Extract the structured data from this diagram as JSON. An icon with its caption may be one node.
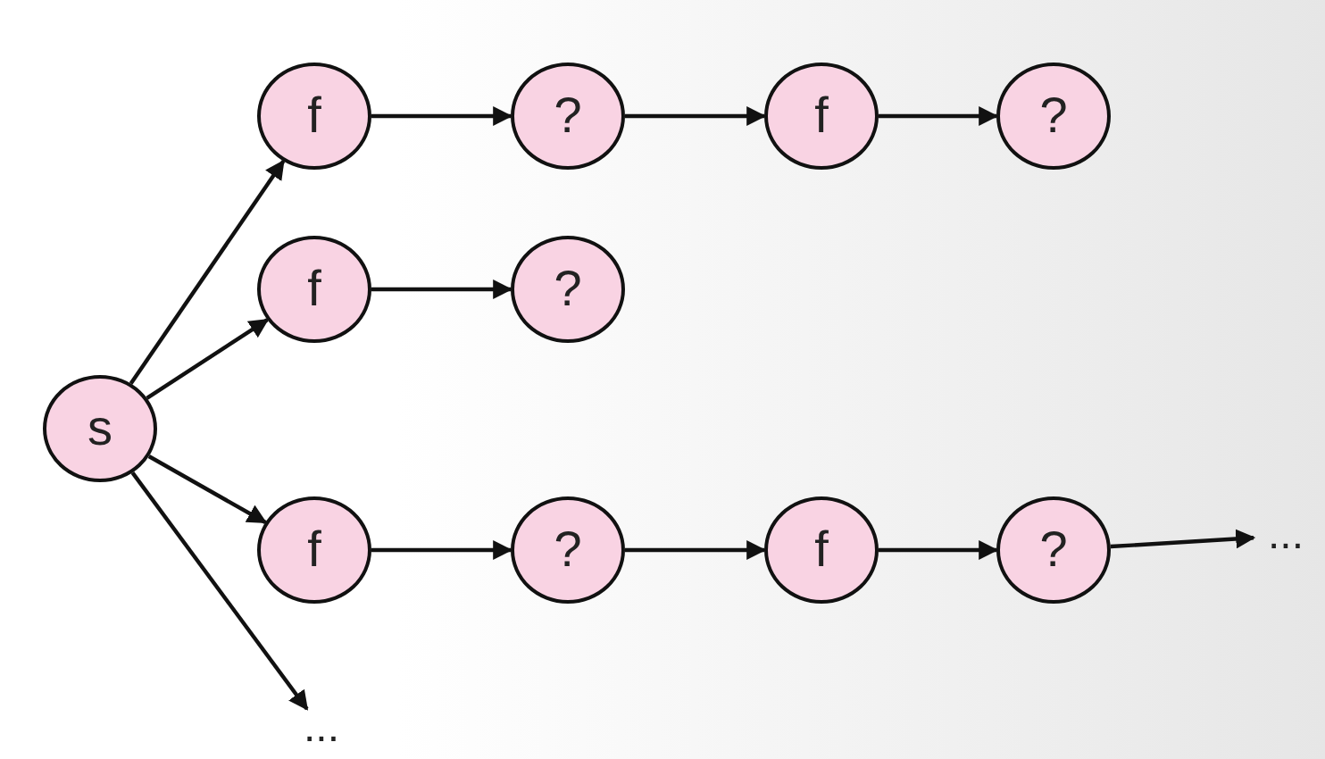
{
  "diagram": {
    "nodes": [
      {
        "text": [
          "s"
        ]
      },
      {
        "text": [
          "f"
        ]
      },
      {
        "text": [
          "?"
        ]
      },
      {
        "text": [
          "f"
        ]
      },
      {
        "text": [
          "?"
        ]
      },
      {
        "text": [
          "f"
        ]
      },
      {
        "text": [
          "?"
        ]
      },
      {
        "text": [
          "f"
        ]
      },
      {
        "text": [
          "?"
        ]
      },
      {
        "text": [
          "f"
        ]
      },
      {
        "text": [
          "?"
        ]
      },
      {
        "text": [
          "..."
        ]
      },
      {
        "text": [
          "..."
        ]
      }
    ],
    "edges": [
      {
        "from": 0,
        "to": 1,
        "arrow": "to"
      },
      {
        "from": 1,
        "to": 2,
        "arrow": "to"
      },
      {
        "from": 2,
        "to": 3,
        "arrow": "to"
      },
      {
        "from": 3,
        "to": 4,
        "arrow": "to"
      },
      {
        "from": 0,
        "to": 5,
        "arrow": "to"
      },
      {
        "from": 5,
        "to": 6,
        "arrow": "to"
      },
      {
        "from": 0,
        "to": 7,
        "arrow": "to"
      },
      {
        "from": 7,
        "to": 8,
        "arrow": "to"
      },
      {
        "from": 8,
        "to": 9,
        "arrow": "to"
      },
      {
        "from": 9,
        "to": 10,
        "arrow": "to"
      },
      {
        "from": 10,
        "to": 11,
        "arrow": "to"
      },
      {
        "from": 0,
        "to": 12,
        "arrow": "to"
      }
    ]
  }
}
